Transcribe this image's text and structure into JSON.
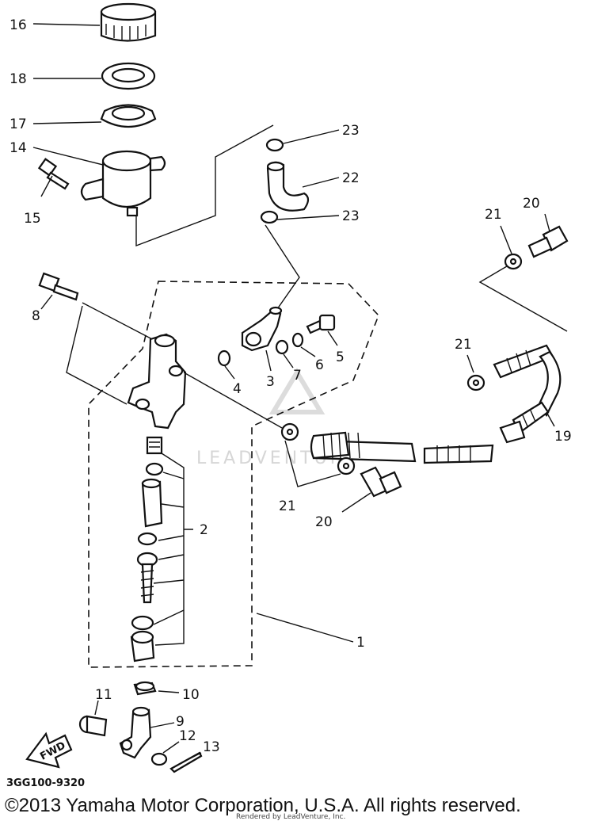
{
  "labels": {
    "p16": "16",
    "p18": "18",
    "p17": "17",
    "p14": "14",
    "p15": "15",
    "p23a": "23",
    "p22": "22",
    "p23b": "23",
    "p21a": "21",
    "p20a": "20",
    "p8": "8",
    "p4": "4",
    "p3": "3",
    "p7": "7",
    "p6": "6",
    "p5": "5",
    "p21b": "21",
    "p19": "19",
    "p2": "2",
    "p21c": "21",
    "p20b": "20",
    "p1": "1",
    "p10": "10",
    "p11": "11",
    "p9": "9",
    "p12": "12",
    "p13": "13"
  },
  "fwd_arrow": {
    "text": "FWD",
    "icon": "forward-arrow-icon"
  },
  "diagram_code": "3GG100-9320",
  "watermark": "LEADVENTURE",
  "rendered_by": "Rendered by LeadVenture, Inc.",
  "copyright": "©2013 Yamaha Motor Corporation, U.S.A. All rights reserved."
}
